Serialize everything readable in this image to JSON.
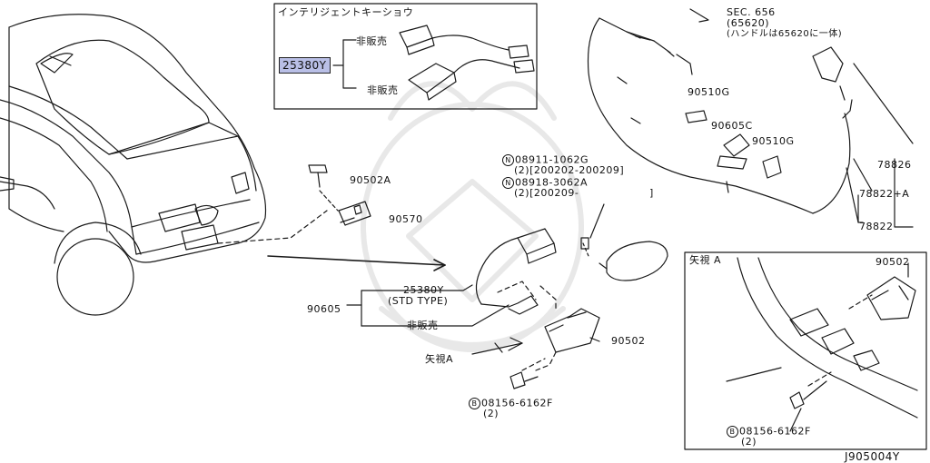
{
  "diagram_code": "J905004Y",
  "inset_top": {
    "title": "インテリジェントキーショウ",
    "highlighted_part": "25380Y",
    "not_sold_1": "非販売",
    "not_sold_2": "非販売"
  },
  "inset_bottom": {
    "title": "矢視 A",
    "part_90502": "90502",
    "bolt_part": "08156-6162F",
    "bolt_qty": "(2)",
    "bolt_symbol": "B"
  },
  "labels": {
    "sec_line1": "SEC. 656",
    "sec_line2": "(65620)",
    "sec_line3": "(ハンドルは65620に一体)",
    "p90510g_a": "90510G",
    "p90605c": "90605C",
    "p90510g_b": "90510G",
    "p78826": "78826",
    "p78822a": "78822+A",
    "p78822": "78822",
    "p90502a": "90502A",
    "p90570": "90570",
    "n1_symbol": "N",
    "n1_part": "08911-1062G",
    "n1_qty": "(2)[200202-200209]",
    "n2_symbol": "N",
    "n2_part": "08918-3062A",
    "n2_qty": "(2)[200209-",
    "n2_close": "]",
    "p25380y": "25380Y",
    "std_type": "(STD TYPE)",
    "p90605": "90605",
    "not_sold": "非販売",
    "p90502": "90502",
    "view_a": "矢視A",
    "b_symbol": "B",
    "b_part": "08156-6162F",
    "b_qty": "(2)"
  }
}
